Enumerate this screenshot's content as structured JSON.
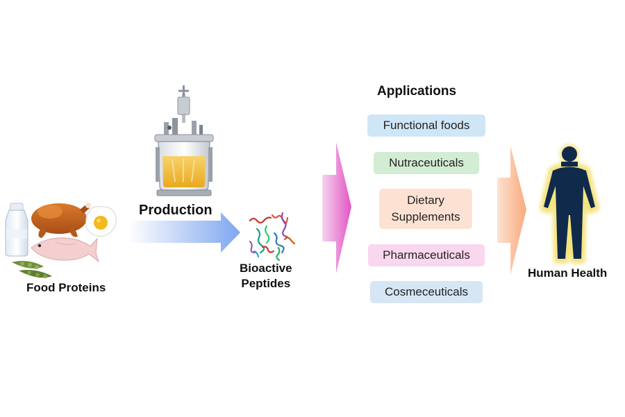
{
  "diagram": {
    "food_proteins_label": "Food Proteins",
    "production_label": "Production",
    "peptides_label_line1": "Bioactive",
    "peptides_label_line2": "Peptides",
    "applications_title": "Applications",
    "human_health_label": "Human Health",
    "applications": [
      {
        "line1": "Functional foods",
        "line2": "",
        "color": "#cfe6f7"
      },
      {
        "line1": "Nutraceuticals",
        "line2": "",
        "color": "#d3ecd4"
      },
      {
        "line1": "Dietary",
        "line2": "Supplements",
        "color": "#fde2d3"
      },
      {
        "line1": "Pharmaceuticals",
        "line2": "",
        "color": "#f9d7ee"
      },
      {
        "line1": "Cosmeceuticals",
        "line2": "",
        "color": "#d6e6f5"
      }
    ],
    "colors": {
      "production_arrow": "#7fa6f0",
      "applications_arrow": "#e256c4",
      "health_arrow": "#f9a97c",
      "human_body": "#0f2a4a",
      "human_glow": "#f4e27a"
    }
  }
}
